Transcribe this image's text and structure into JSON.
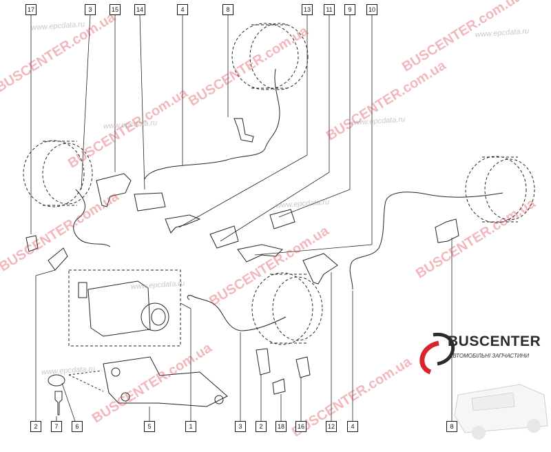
{
  "callouts": [
    {
      "id": "c-17-top",
      "label": "17"
    },
    {
      "id": "c-3-top",
      "label": "3"
    },
    {
      "id": "c-15-top",
      "label": "15"
    },
    {
      "id": "c-14-top",
      "label": "14"
    },
    {
      "id": "c-4-top",
      "label": "4"
    },
    {
      "id": "c-8-top",
      "label": "8"
    },
    {
      "id": "c-13-top",
      "label": "13"
    },
    {
      "id": "c-11-top",
      "label": "11"
    },
    {
      "id": "c-9-top",
      "label": "9"
    },
    {
      "id": "c-10-top",
      "label": "10"
    },
    {
      "id": "c-2-bottom",
      "label": "2"
    },
    {
      "id": "c-7-bottom",
      "label": "7"
    },
    {
      "id": "c-6-bottom",
      "label": "6"
    },
    {
      "id": "c-5-bottom",
      "label": "5"
    },
    {
      "id": "c-1-bottom",
      "label": "1"
    },
    {
      "id": "c-3-bottom",
      "label": "3"
    },
    {
      "id": "c-2b-bottom",
      "label": "2"
    },
    {
      "id": "c-18-bottom",
      "label": "18"
    },
    {
      "id": "c-16-bottom",
      "label": "16"
    },
    {
      "id": "c-12-bottom",
      "label": "12"
    },
    {
      "id": "c-4-bottom",
      "label": "4"
    },
    {
      "id": "c-8-bottom",
      "label": "8"
    }
  ],
  "watermarks": {
    "brand": "BUSCENTER.com.ua",
    "brand_short": "BUSCENTER",
    "url": "www.epcdata.ru"
  },
  "logo": {
    "name": "BUSCENTER",
    "subtitle": "АВТОМОБІЛЬНІ ЗАПЧАСТИНИ",
    "color_primary": "#d8242d",
    "color_dark": "#2b2b2b"
  }
}
